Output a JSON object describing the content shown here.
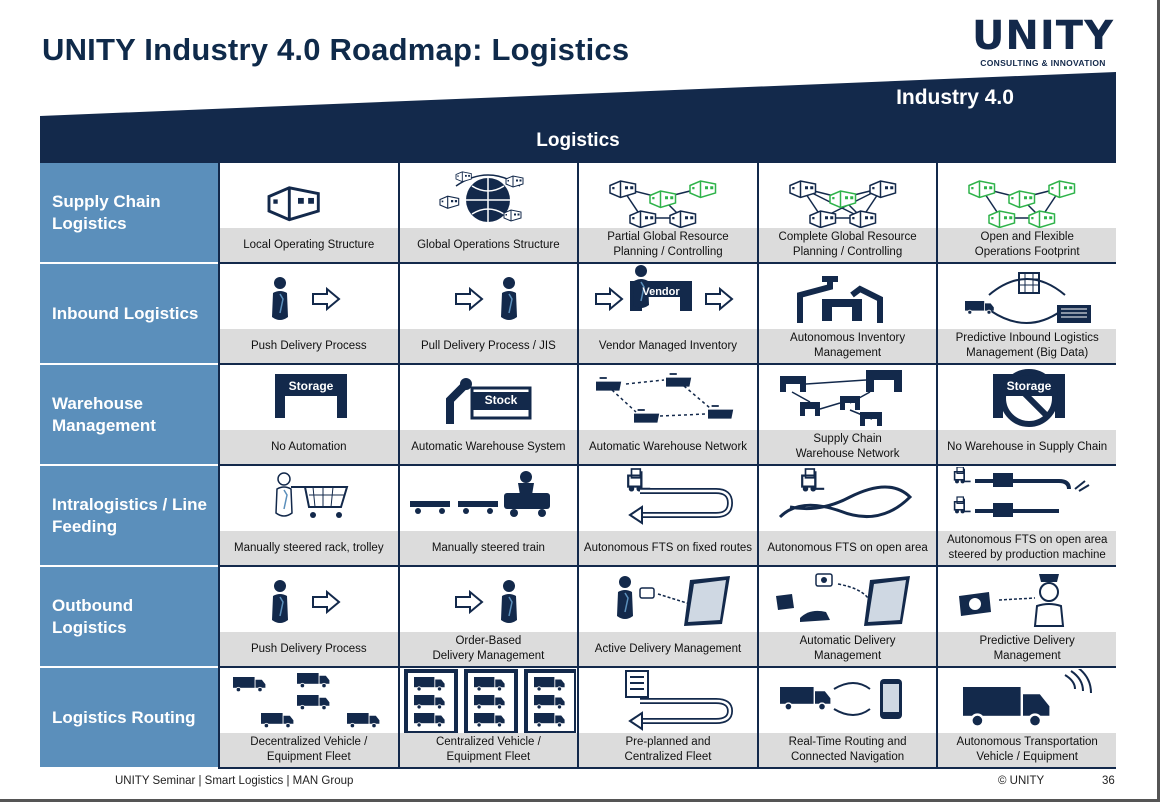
{
  "header": {
    "title": "UNITY Industry 4.0 Roadmap: Logistics",
    "logo_word": "UNITY",
    "logo_sub": "CONSULTING & INNOVATION",
    "banner": "Industry 4.0",
    "section": "Logistics"
  },
  "rows": [
    {
      "label": "Supply Chain Logistics",
      "cells": [
        {
          "caption": "Local Operating Structure",
          "icon": "factory-icon"
        },
        {
          "caption": "Global Operations Structure",
          "icon": "globe-icon"
        },
        {
          "caption": "Partial Global Resource\nPlanning / Controlling",
          "icon": "network-partial-icon"
        },
        {
          "caption": "Complete Global Resource\nPlanning / Controlling",
          "icon": "network-complete-icon"
        },
        {
          "caption": "Open and Flexible\nOperations Footprint",
          "icon": "network-open-icon"
        }
      ]
    },
    {
      "label": "Inbound Logistics",
      "cells": [
        {
          "caption": "Push Delivery Process",
          "icon": "person-push-icon"
        },
        {
          "caption": "Pull Delivery Process / JIS",
          "icon": "person-pull-icon"
        },
        {
          "caption": "Vendor Managed Inventory",
          "icon": "vendor-icon",
          "tag": "Vendor"
        },
        {
          "caption": "Autonomous Inventory\nManagement",
          "icon": "robot-arms-icon"
        },
        {
          "caption": "Predictive Inbound Logistics\nManagement (Big Data)",
          "icon": "predictive-cycle-icon"
        }
      ]
    },
    {
      "label": "Warehouse Management",
      "cells": [
        {
          "caption": "No Automation",
          "icon": "storage-icon",
          "tag": "Storage"
        },
        {
          "caption": "Automatic Warehouse System",
          "icon": "stock-robot-icon",
          "tag": "Stock"
        },
        {
          "caption": "Automatic Warehouse Network",
          "icon": "warehouse-network-icon"
        },
        {
          "caption": "Supply Chain\nWarehouse Network",
          "icon": "supply-network-icon"
        },
        {
          "caption": "No Warehouse in Supply Chain",
          "icon": "no-storage-icon",
          "tag": "Storage"
        }
      ]
    },
    {
      "label": "Intralogistics / Line Feeding",
      "cells": [
        {
          "caption": "Manually steered rack, trolley",
          "icon": "trolley-icon"
        },
        {
          "caption": "Manually  steered train",
          "icon": "tugger-train-icon"
        },
        {
          "caption": "Autonomous FTS on fixed routes",
          "icon": "fixed-route-icon"
        },
        {
          "caption": "Autonomous FTS on open area",
          "icon": "open-area-icon"
        },
        {
          "caption": "Autonomous FTS on open area\nsteered by production machine",
          "icon": "machine-steered-icon"
        }
      ]
    },
    {
      "label": "Outbound Logistics",
      "cells": [
        {
          "caption": "Push Delivery Process",
          "icon": "person-push-icon"
        },
        {
          "caption": "Order-Based\nDelivery Management",
          "icon": "person-pull-icon"
        },
        {
          "caption": "Active Delivery Management",
          "icon": "tablet-icon"
        },
        {
          "caption": "Automatic Delivery\nManagement",
          "icon": "auto-delivery-icon"
        },
        {
          "caption": "Predictive Delivery\nManagement",
          "icon": "predictive-delivery-icon"
        }
      ]
    },
    {
      "label": "Logistics Routing",
      "cells": [
        {
          "caption": "Decentralized Vehicle /\nEquipment Fleet",
          "icon": "scattered-trucks-icon"
        },
        {
          "caption": "Centralized Vehicle /\nEquipment Fleet",
          "icon": "central-fleet-icon"
        },
        {
          "caption": "Pre-planned and\nCentralized Fleet",
          "icon": "preplanned-route-icon"
        },
        {
          "caption": "Real-Time Routing and\nConnected Navigation",
          "icon": "truck-phone-icon"
        },
        {
          "caption": "Autonomous Transportation\nVehicle / Equipment",
          "icon": "autonomous-truck-icon"
        }
      ]
    }
  ],
  "footer": {
    "left": "UNITY Seminar | Smart Logistics | MAN Group",
    "copyright": "© UNITY",
    "page": "36"
  },
  "colors": {
    "navy": "#13294b",
    "row_header": "#5b8fbb",
    "caption_bg": "#dcdcdc",
    "green": "#2fb34a"
  }
}
